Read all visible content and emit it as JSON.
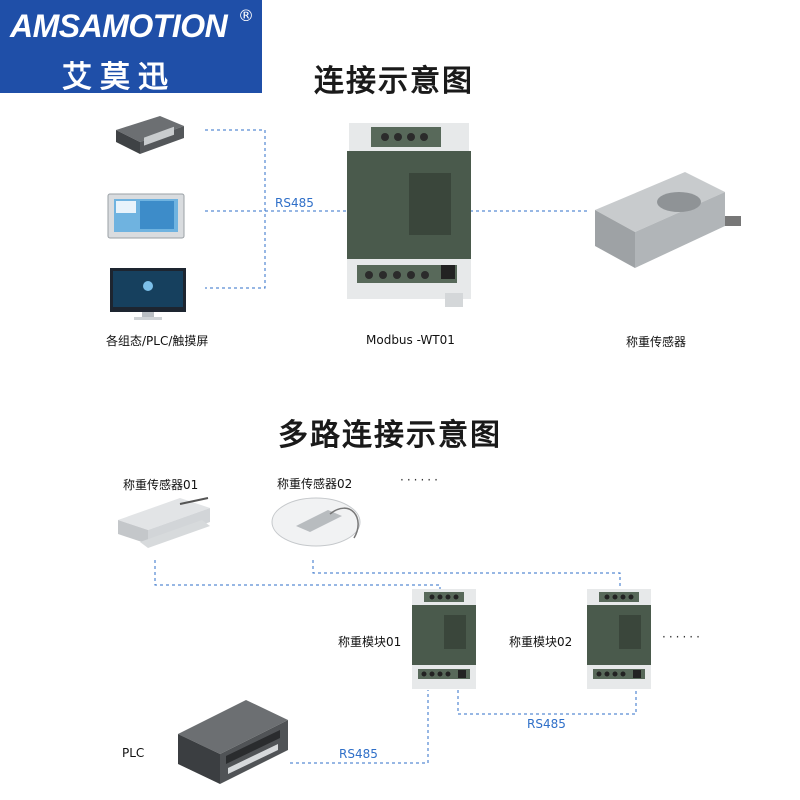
{
  "logo": {
    "brand": "AMSAMOTION",
    "reg_mark": "®",
    "cn_name": "艾莫迅"
  },
  "section1": {
    "title": "连接示意图",
    "left_label": "各组态/PLC/触摸屏",
    "module_label": "Modbus -WT01",
    "sensor_label": "称重传感器",
    "bus_label": "RS485"
  },
  "section2": {
    "title": "多路连接示意图",
    "sensor1_label": "称重传感器01",
    "sensor2_label": "称重传感器02",
    "more_sensors": "······",
    "module1_label": "称重模块01",
    "module2_label": "称重模块02",
    "more_modules": "······",
    "bus_label_top": "RS485",
    "bus_label_plc": "RS485",
    "plc_label": "PLC"
  },
  "colors": {
    "brand_blue": "#1f4fa8",
    "wire_blue": "#2f6fc8",
    "module_green": "#4a5a4c"
  }
}
